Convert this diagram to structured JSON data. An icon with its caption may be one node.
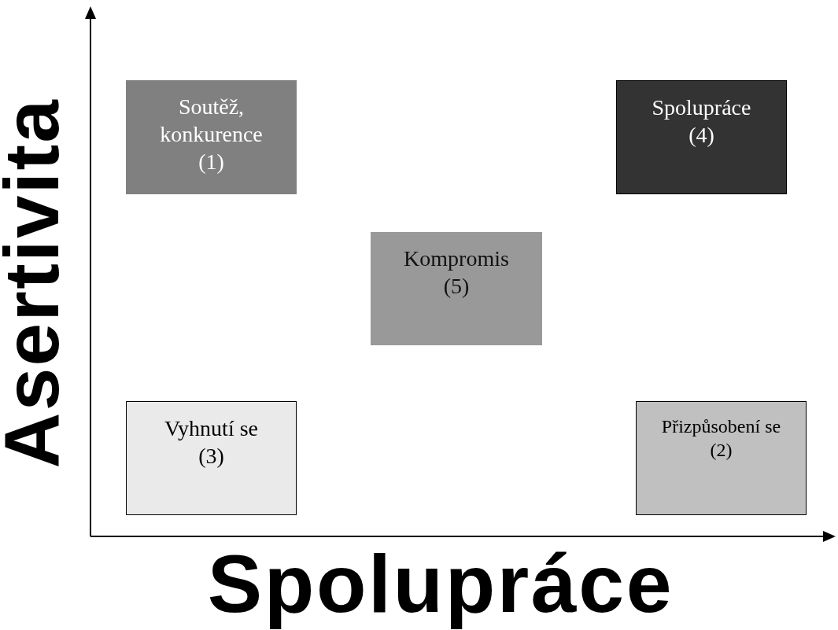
{
  "diagram": {
    "nodes": [
      {
        "text": [
          "Soutěž, konkurence (1)"
        ]
      },
      {
        "text": [
          "Spolupráce (4)"
        ]
      },
      {
        "text": [
          "Kompromis (5)"
        ]
      },
      {
        "text": [
          "Vyhnutí se (3)"
        ]
      },
      {
        "text": [
          "Přizpůsobení se (2)"
        ]
      }
    ],
    "labels": [
      "Asertivita",
      "Spolupráce"
    ]
  }
}
